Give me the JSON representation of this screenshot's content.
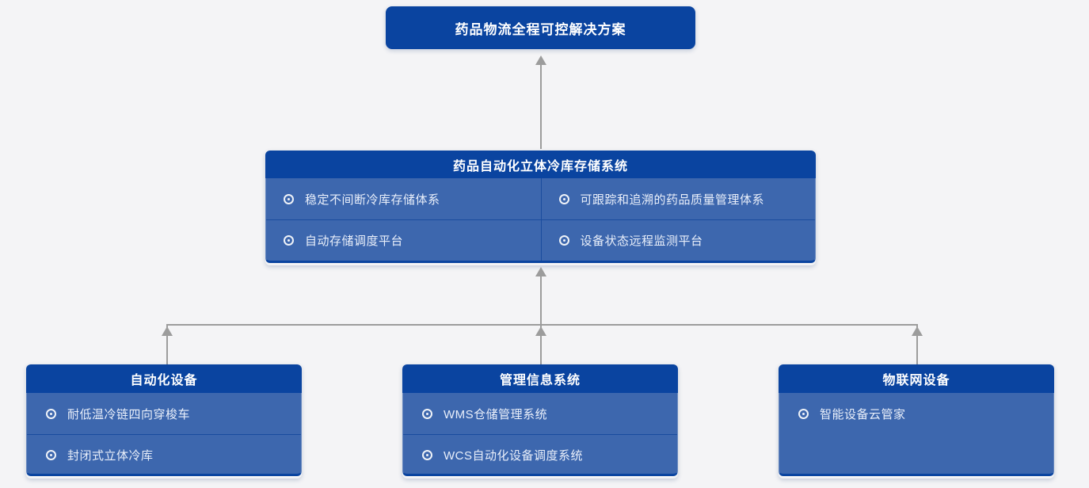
{
  "colors": {
    "background": "#f4f4f6",
    "deep_blue": "#0a44a0",
    "panel_blue": "#3d67ae",
    "divider_blue": "#1a4c9e",
    "connector_gray": "#9c9c9c",
    "header_text": "#ffffff",
    "item_text": "#e9effa"
  },
  "root": {
    "title": "药品物流全程可控解决方案"
  },
  "storage_system": {
    "title": "药品自动化立体冷库存储系统",
    "items": [
      "稳定不间断冷库存储体系",
      "可跟踪和追溯的药品质量管理体系",
      "自动存储调度平台",
      "设备状态远程监测平台"
    ]
  },
  "branches": [
    {
      "title": "自动化设备",
      "items": [
        "耐低温冷链四向穿梭车",
        "封闭式立体冷库"
      ]
    },
    {
      "title": "管理信息系统",
      "items": [
        "WMS仓储管理系统",
        "WCS自动化设备调度系统"
      ]
    },
    {
      "title": "物联网设备",
      "items": [
        "智能设备云管家"
      ]
    }
  ]
}
